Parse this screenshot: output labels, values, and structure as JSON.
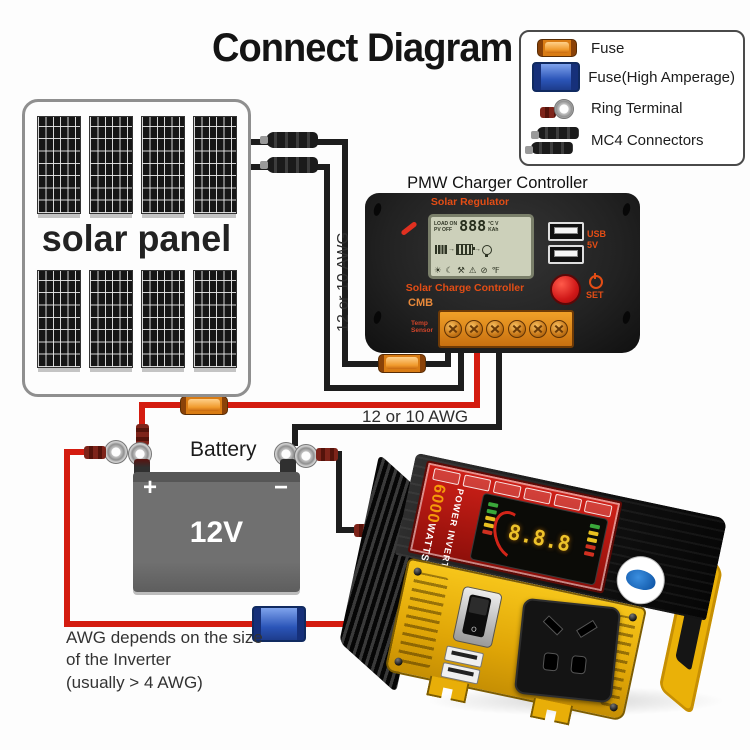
{
  "title": "Connect Diagram",
  "legend": {
    "items": [
      {
        "icon": "fuse-icon",
        "label": "Fuse"
      },
      {
        "icon": "fuse-high-amperage-icon",
        "label": "Fuse(High Amperage)"
      },
      {
        "icon": "ring-terminal-icon",
        "label": "Ring Terminal"
      },
      {
        "icon": "mc4-connectors-icon",
        "label": "MC4 Connectors"
      }
    ]
  },
  "solar_panel": {
    "label": "solar panel"
  },
  "controller": {
    "title": "PMW Charger Controller",
    "brand": "Solar Regulator",
    "lcd": {
      "load_on": "LOAD ON",
      "pv_off": "PV OFF",
      "digits": "888",
      "unit_top": "°C V",
      "unit_bottom": "KAh",
      "icons": {
        "sun": "☀",
        "moon": "☾",
        "wrench": "⚒",
        "warning": "⚠",
        "no_entry": "⊘",
        "temp": "℉",
        "arrow": "→"
      }
    },
    "usb_label_1": "USB",
    "usb_label_2": "5V",
    "set_label": "SET",
    "subtitle": "Solar Charge Controller",
    "model": "CMB",
    "temp_sensor_1": "Temp",
    "temp_sensor_2": "Sensor"
  },
  "battery": {
    "label": "Battery",
    "voltage": "12V",
    "positive": "+",
    "negative": "−"
  },
  "inverter": {
    "watts_value": "6000",
    "watts_unit": "WATTS",
    "product_name": "POWER INVERTER",
    "display_digits": "8.8.8"
  },
  "wire_labels": {
    "solar_to_controller": "12 or 10 AWG",
    "controller_to_battery": "12 or 10 AWG"
  },
  "note": {
    "lines": [
      "AWG depends on the size",
      "of the Inverter",
      "(usually > 4 AWG)"
    ]
  },
  "colors": {
    "wire_red": "#d41c10",
    "wire_black": "#1d1d1d",
    "fuse_orange": "#e8891e",
    "fuse_blue": "#2f5fc4",
    "terminal_orange": "#d98a20",
    "inverter_yellow": "#f0b50e",
    "label_red": "#bf1d15",
    "controller_text": "#e34d15"
  }
}
